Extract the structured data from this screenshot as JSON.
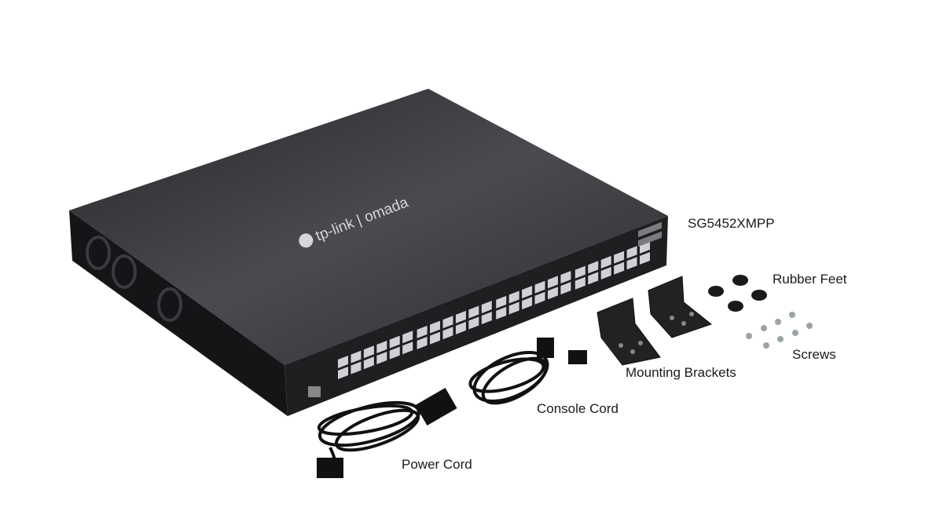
{
  "product": {
    "model": "SG5452XMPP",
    "logo_text": "tp-link | omada"
  },
  "labels": {
    "rubber_feet": "Rubber Feet",
    "screws": "Screws",
    "mounting_brackets": "Mounting Brackets",
    "console_cord": "Console Cord",
    "power_cord": "Power Cord"
  },
  "colors": {
    "switch_top": "#2f3032",
    "switch_front": "#1c1d1f",
    "background": "#ffffff"
  }
}
